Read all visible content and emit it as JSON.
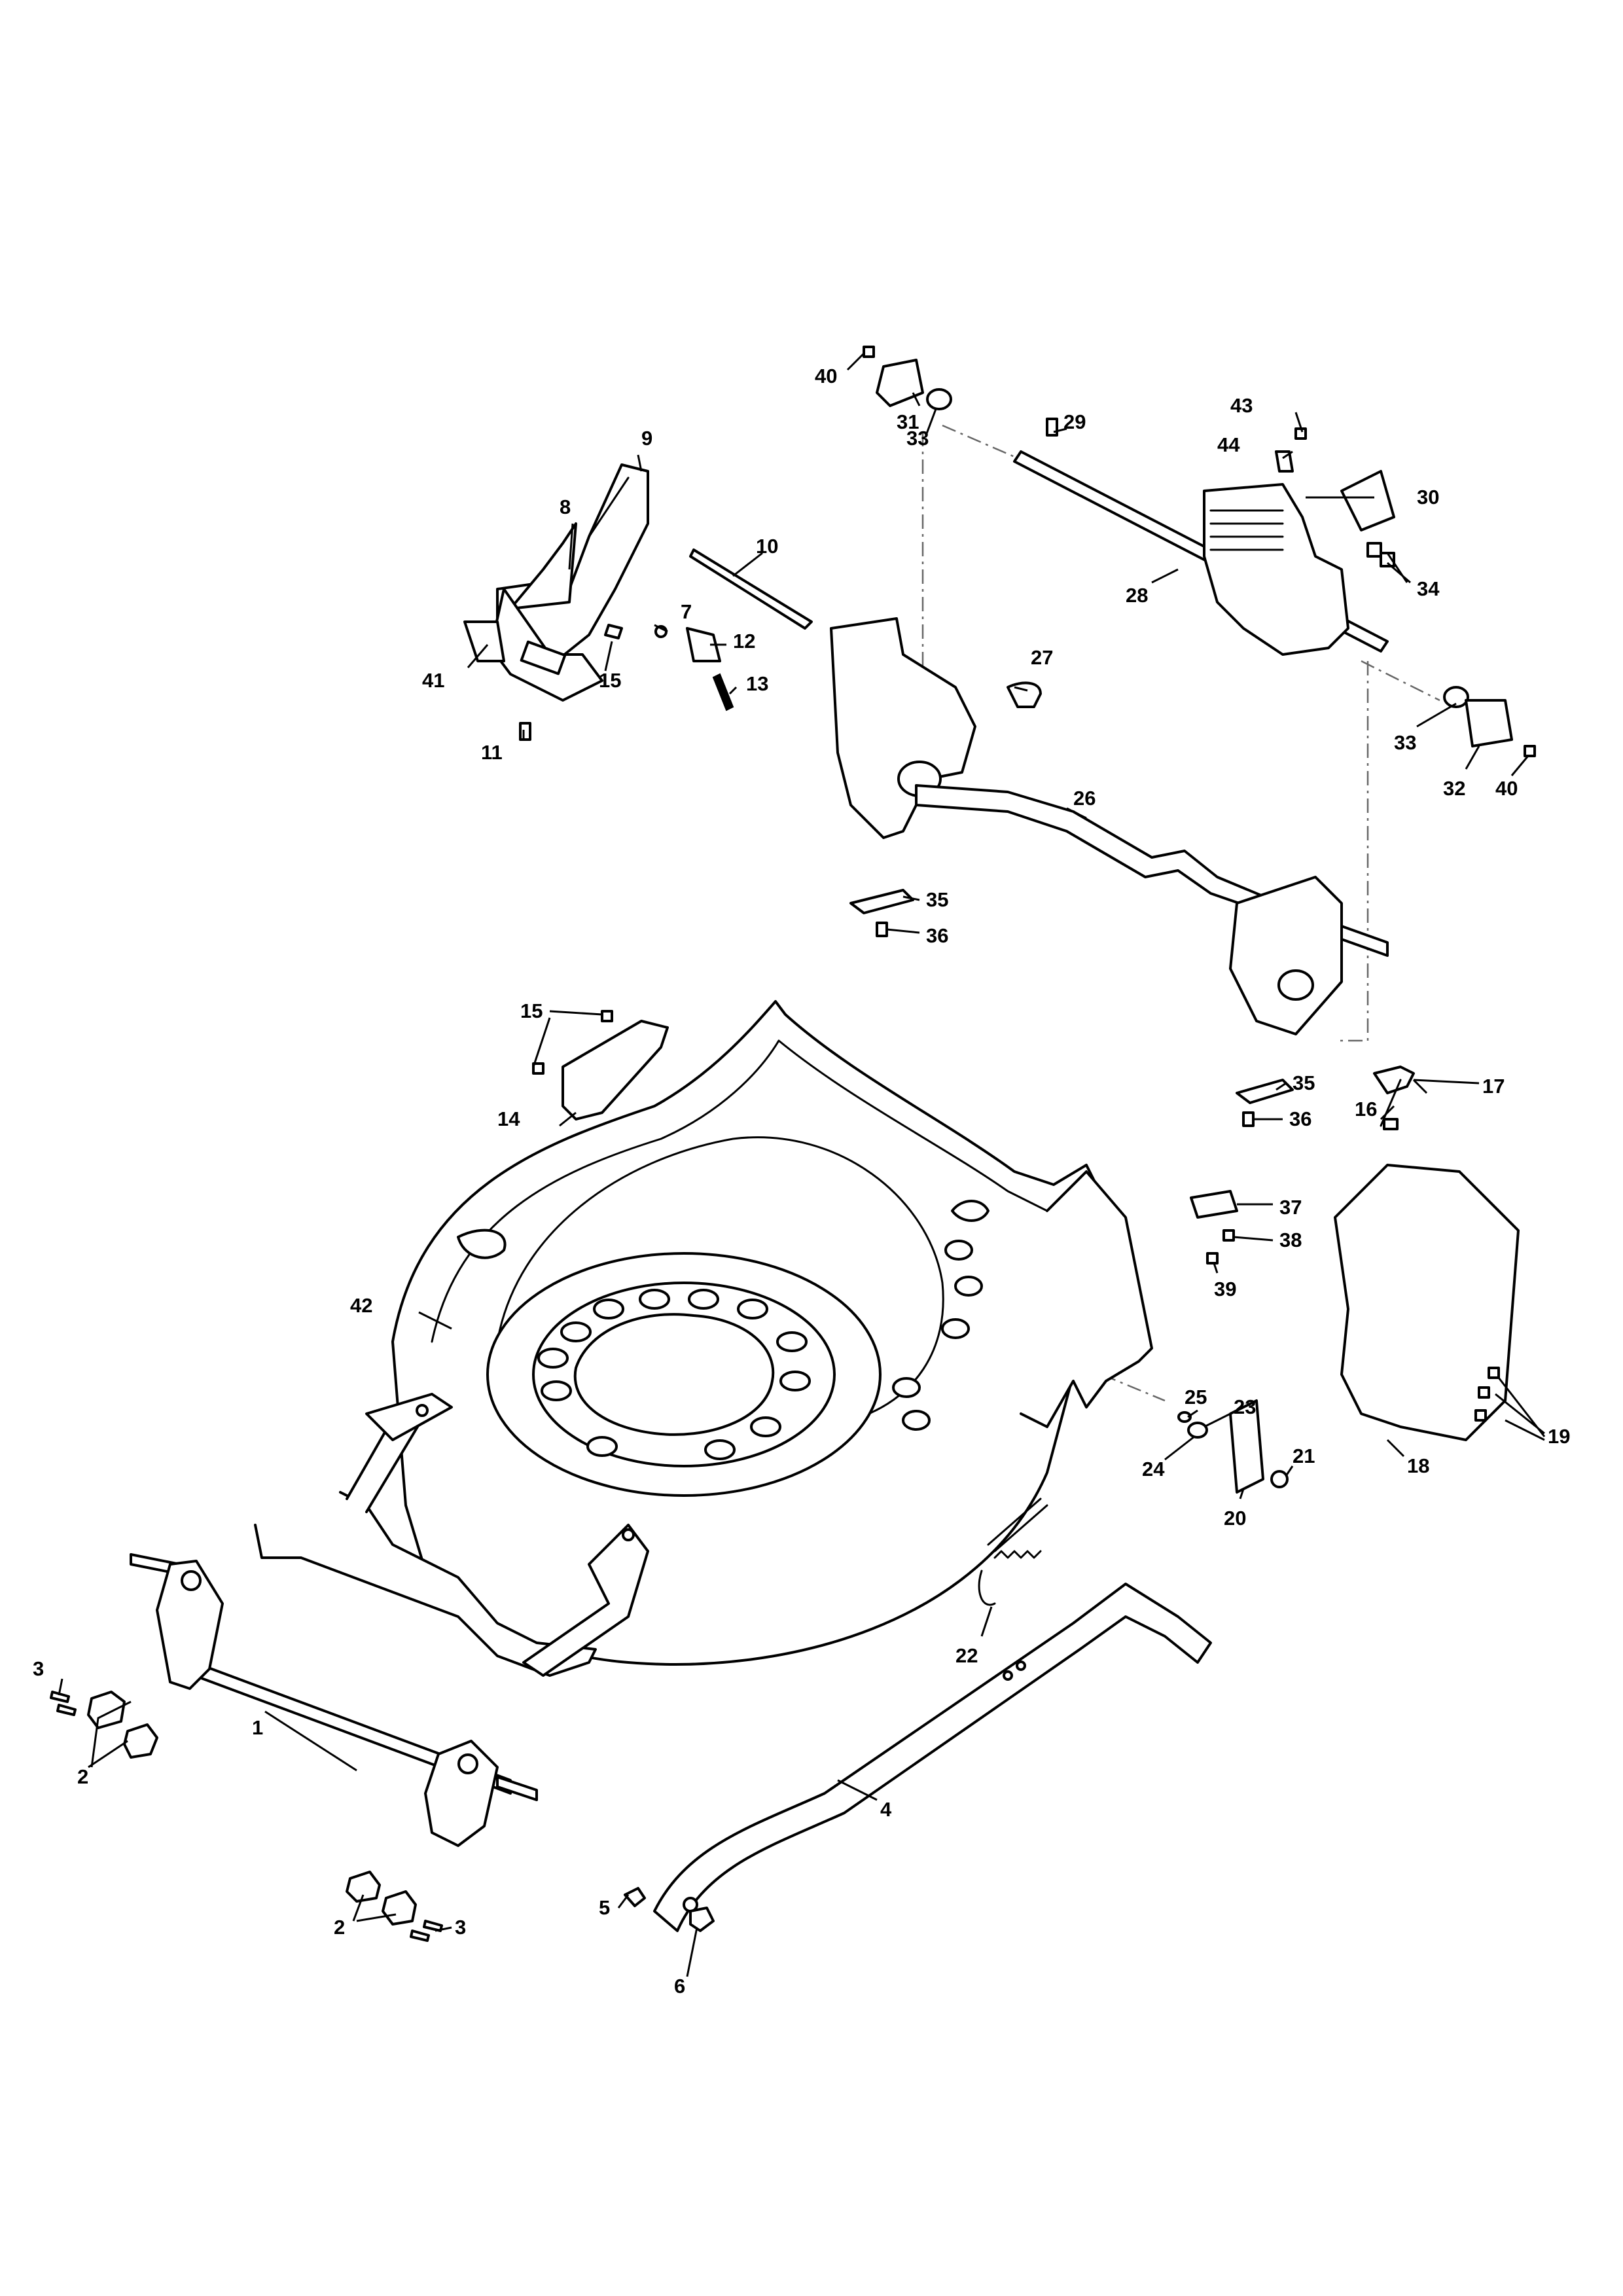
{
  "callouts": {
    "c1": "1",
    "c2a": "2",
    "c2b": "2",
    "c3a": "3",
    "c3b": "3",
    "c4": "4",
    "c5": "5",
    "c6": "6",
    "c7": "7",
    "c8": "8",
    "c9": "9",
    "c10": "10",
    "c11": "11",
    "c12": "12",
    "c13": "13",
    "c14": "14",
    "c15a": "15",
    "c15b": "15",
    "c16": "16",
    "c17": "17",
    "c18": "18",
    "c19": "19",
    "c20": "20",
    "c21": "21",
    "c22": "22",
    "c23": "23",
    "c24": "24",
    "c25": "25",
    "c26": "26",
    "c27": "27",
    "c28": "28",
    "c29": "29",
    "c30": "30",
    "c31": "31",
    "c32": "32",
    "c33a": "33",
    "c33b": "33",
    "c34": "34",
    "c35a": "35",
    "c35b": "35",
    "c36a": "36",
    "c36b": "36",
    "c37": "37",
    "c38": "38",
    "c39": "39",
    "c40a": "40",
    "c40b": "40",
    "c41": "41",
    "c42": "42",
    "c43": "43",
    "c44": "44"
  },
  "colors": {
    "line": "#000000",
    "background": "#ffffff",
    "dash_line": "#666666"
  }
}
